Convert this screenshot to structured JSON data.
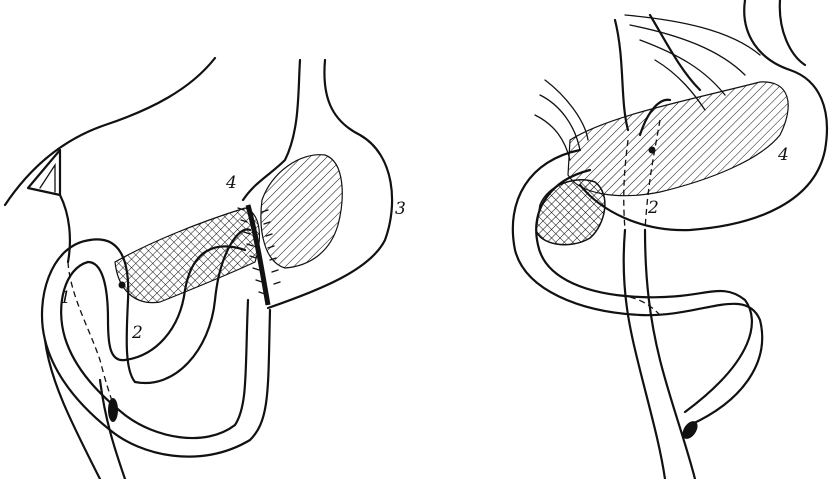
{
  "figure": {
    "left_panel": {
      "labels": [
        {
          "id": "label-1",
          "text": "1"
        },
        {
          "id": "label-2",
          "text": "2"
        },
        {
          "id": "label-3",
          "text": "3"
        },
        {
          "id": "label-4",
          "text": "4"
        }
      ]
    },
    "right_panel": {
      "labels": [
        {
          "id": "label-2",
          "text": "2"
        },
        {
          "id": "label-4",
          "text": "4"
        }
      ]
    }
  }
}
